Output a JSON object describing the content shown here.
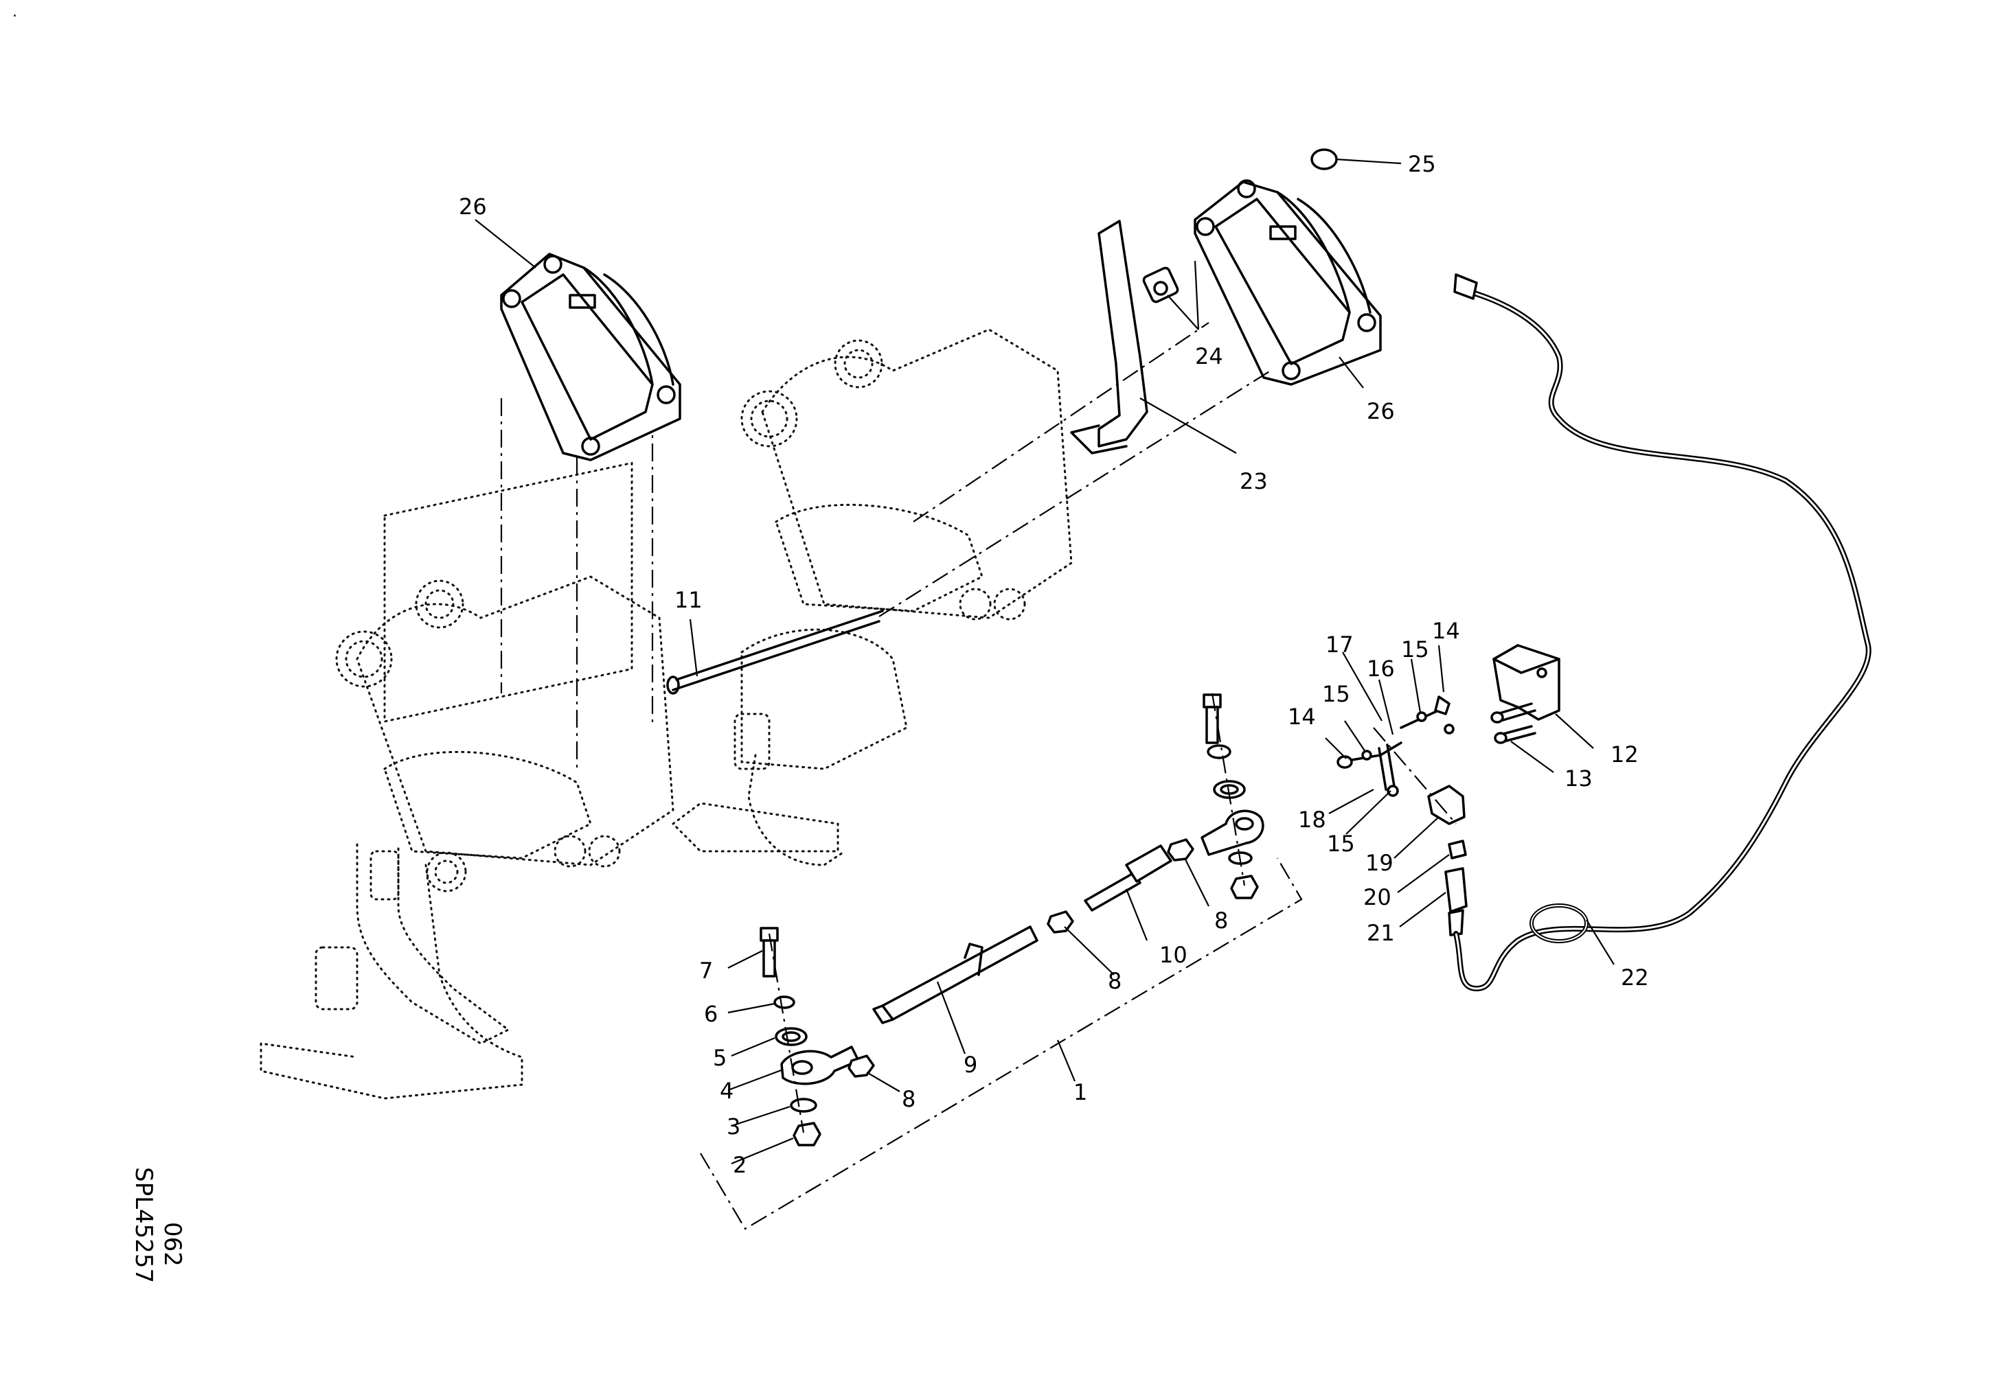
{
  "document": {
    "drawing_code_line1": "062",
    "drawing_code_line2": "SPL45257"
  },
  "callouts": [
    {
      "id": "c26a",
      "label": "26"
    },
    {
      "id": "c25",
      "label": "25"
    },
    {
      "id": "c24",
      "label": "24"
    },
    {
      "id": "c26b",
      "label": "26"
    },
    {
      "id": "c23",
      "label": "23"
    },
    {
      "id": "c11",
      "label": "11"
    },
    {
      "id": "c17",
      "label": "17"
    },
    {
      "id": "c16",
      "label": "16"
    },
    {
      "id": "c15a",
      "label": "15"
    },
    {
      "id": "c14a",
      "label": "14"
    },
    {
      "id": "c14b",
      "label": "14"
    },
    {
      "id": "c15b",
      "label": "15"
    },
    {
      "id": "c18",
      "label": "18"
    },
    {
      "id": "c15c",
      "label": "15"
    },
    {
      "id": "c12",
      "label": "12"
    },
    {
      "id": "c13",
      "label": "13"
    },
    {
      "id": "c19",
      "label": "19"
    },
    {
      "id": "c20",
      "label": "20"
    },
    {
      "id": "c21",
      "label": "21"
    },
    {
      "id": "c22",
      "label": "22"
    },
    {
      "id": "c8a",
      "label": "8"
    },
    {
      "id": "c10",
      "label": "10"
    },
    {
      "id": "c8b",
      "label": "8"
    },
    {
      "id": "c7",
      "label": "7"
    },
    {
      "id": "c6",
      "label": "6"
    },
    {
      "id": "c5",
      "label": "5"
    },
    {
      "id": "c4",
      "label": "4"
    },
    {
      "id": "c3",
      "label": "3"
    },
    {
      "id": "c2",
      "label": "2"
    },
    {
      "id": "c9",
      "label": "9"
    },
    {
      "id": "c8c",
      "label": "8"
    },
    {
      "id": "c1",
      "label": "1"
    }
  ]
}
